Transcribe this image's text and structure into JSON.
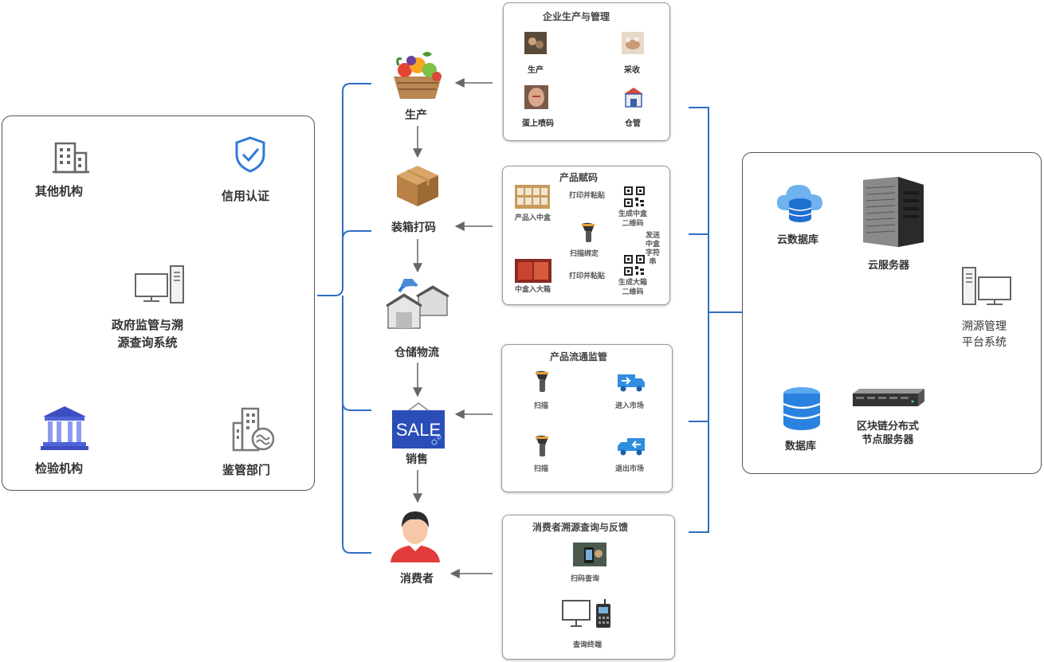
{
  "left_panel": {
    "center_label": "政府监管与溯源查询系统",
    "center_label_lines": [
      "政府监管与溯",
      "源查询系统"
    ],
    "nodes": [
      {
        "label": "其他机构",
        "icon": "building-icon"
      },
      {
        "label": "信用认证",
        "icon": "shield-check-icon"
      },
      {
        "label": "检验机构",
        "icon": "institution-icon"
      },
      {
        "label": "鉴管部门",
        "icon": "office-building-icon"
      }
    ]
  },
  "flow_steps": [
    {
      "label": "生产",
      "icon": "produce-basket-icon"
    },
    {
      "label": "装箱打码",
      "icon": "cardboard-box-icon"
    },
    {
      "label": "仓储物流",
      "icon": "warehouse-icon"
    },
    {
      "label": "销售",
      "icon": "sale-sign-icon",
      "sign_text": "SALE"
    },
    {
      "label": "消费者",
      "icon": "consumer-avatar-icon"
    }
  ],
  "boxes": {
    "production": {
      "title": "企业生产与管理",
      "items": [
        "生产",
        "采收",
        "蛋上喷码",
        "仓管"
      ]
    },
    "coding": {
      "title": "产品赋码",
      "items": [
        "产品入中盒",
        "生成中盒二维码",
        "扫描绑定",
        "中盒入大箱",
        "生成大箱二维码"
      ],
      "items_lines": {
        "mid_qr": [
          "生成中盒",
          "二维码"
        ],
        "big_qr": [
          "生成大箱",
          "二维码"
        ],
        "send_string": [
          "发送",
          "中盒",
          "字符",
          "串"
        ]
      },
      "arrow_labels": [
        "打印并粘贴",
        "打印并粘贴"
      ]
    },
    "circulation": {
      "title": "产品流通监管",
      "items": [
        "扫描",
        "进入市场",
        "扫描",
        "退出市场"
      ]
    },
    "consumer": {
      "title": "消费者溯源查询与反馈",
      "items": [
        "扫码查询",
        "查询终端"
      ]
    }
  },
  "right_panel": {
    "nodes": [
      "云数据库",
      "云服务器",
      "数据库",
      "区块链分布式节点服务器"
    ],
    "blockchain_lines": [
      "区块链分布式",
      "节点服务器"
    ],
    "system_lines": [
      "溯源管理",
      "平台系统"
    ]
  },
  "colors": {
    "accent_blue": "#2f6fc4",
    "arrow_blue": "#4a8ad8",
    "gray_text": "#333333",
    "border": "#555555"
  }
}
